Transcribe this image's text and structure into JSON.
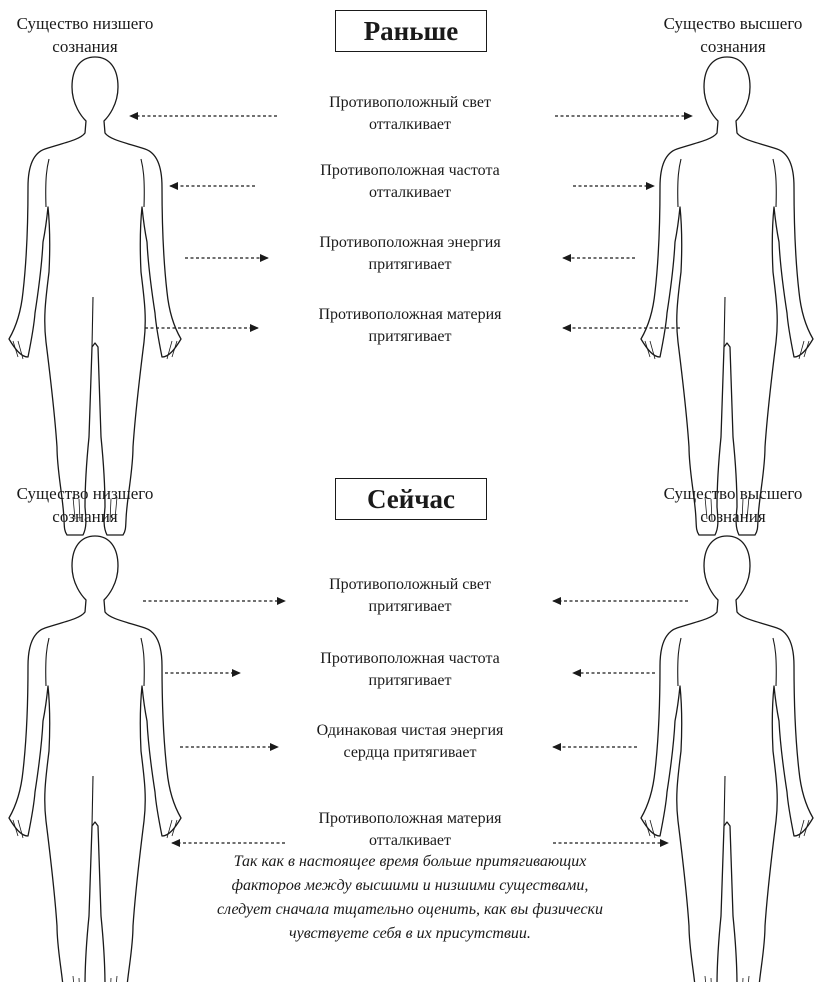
{
  "sections": [
    {
      "title": "Раньше",
      "left_being": [
        "Существо низшего",
        "сознания"
      ],
      "right_being": [
        "Существо высшего",
        "сознания"
      ],
      "rows": [
        {
          "lines": [
            "Противоположный свет",
            "отталкивает"
          ],
          "effect": "repel"
        },
        {
          "lines": [
            "Противоположная частота",
            "отталкивает"
          ],
          "effect": "repel"
        },
        {
          "lines": [
            "Противоположная энергия",
            "притягивает"
          ],
          "effect": "attract"
        },
        {
          "lines": [
            "Противоположная материя",
            "притягивает"
          ],
          "effect": "attract"
        }
      ]
    },
    {
      "title": "Сейчас",
      "left_being": [
        "Существо низшего",
        "сознания"
      ],
      "right_being": [
        "Существо высшего",
        "сознания"
      ],
      "rows": [
        {
          "lines": [
            "Противоположный свет",
            "притягивает"
          ],
          "effect": "attract"
        },
        {
          "lines": [
            "Противоположная частота",
            "притягивает"
          ],
          "effect": "attract"
        },
        {
          "lines": [
            "Одинаковая чистая энергия",
            "сердца притягивает"
          ],
          "effect": "attract"
        },
        {
          "lines": [
            "Противоположная материя",
            "отталкивает"
          ],
          "effect": "repel"
        }
      ]
    }
  ],
  "footnote": [
    "Так как в настоящее время больше притягивающих",
    "факторов между высшими и низшими существами,",
    "следует сначала тщательно оценить, как вы физически",
    "чувствуете себя в их присутствии."
  ],
  "colors": {
    "ink": "#1a1a1a",
    "background": "#ffffff"
  }
}
